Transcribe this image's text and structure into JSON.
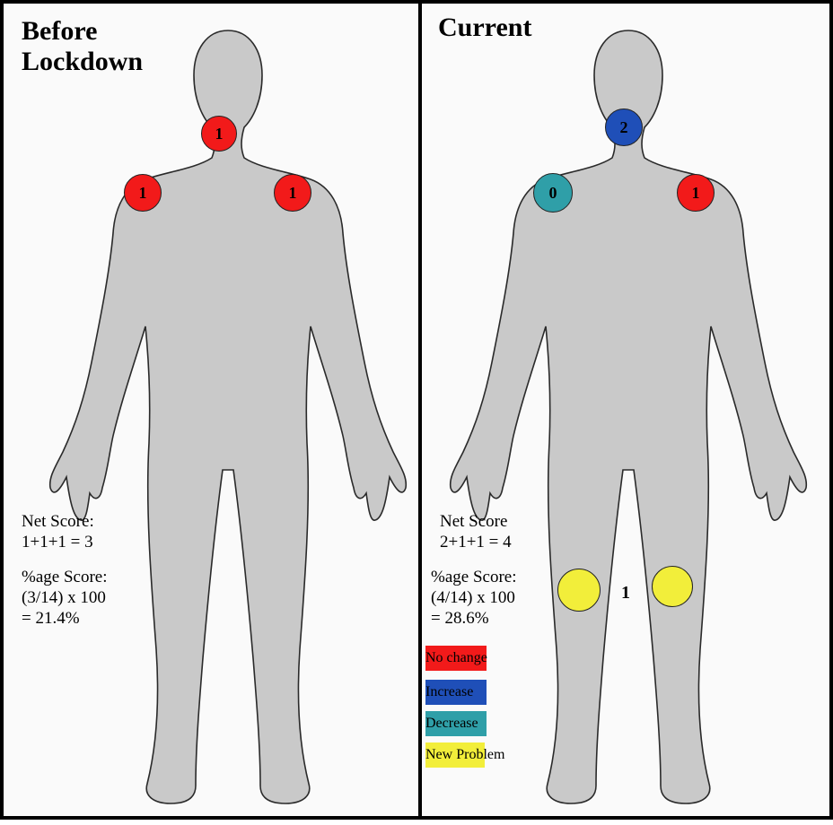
{
  "colors": {
    "no_change": "#f21a1a",
    "increase": "#1f4fb8",
    "decrease": "#2f9fa8",
    "new_problem": "#f2ee3a",
    "body": "#c9c9c9",
    "outline": "#2a2a2a"
  },
  "left_panel": {
    "title": "Before\nLockdown",
    "markers": [
      {
        "label": "1",
        "status": "no_change",
        "region": "neck"
      },
      {
        "label": "1",
        "status": "no_change",
        "region": "right-shoulder"
      },
      {
        "label": "1",
        "status": "no_change",
        "region": "left-shoulder"
      }
    ],
    "net_score": "Net Score:\n1+1+1 = 3",
    "percent_score": "%age Score:\n(3/14) x 100\n= 21.4%"
  },
  "right_panel": {
    "title": "Current",
    "markers": [
      {
        "label": "2",
        "status": "increase",
        "region": "neck"
      },
      {
        "label": "0",
        "status": "decrease",
        "region": "right-shoulder"
      },
      {
        "label": "1",
        "status": "no_change",
        "region": "left-shoulder"
      },
      {
        "label": "",
        "status": "new_problem",
        "region": "right-knee"
      },
      {
        "label": "",
        "status": "new_problem",
        "region": "left-knee"
      }
    ],
    "knee_score_label": "1",
    "net_score": "Net Score\n2+1+1 = 4",
    "percent_score": "%age Score:\n(4/14) x 100\n= 28.6%",
    "legend": [
      {
        "label": "No change",
        "status": "no_change"
      },
      {
        "label": "Increase",
        "status": "increase"
      },
      {
        "label": "Decrease",
        "status": "decrease"
      },
      {
        "label": "New Problem",
        "status": "new_problem"
      }
    ]
  }
}
